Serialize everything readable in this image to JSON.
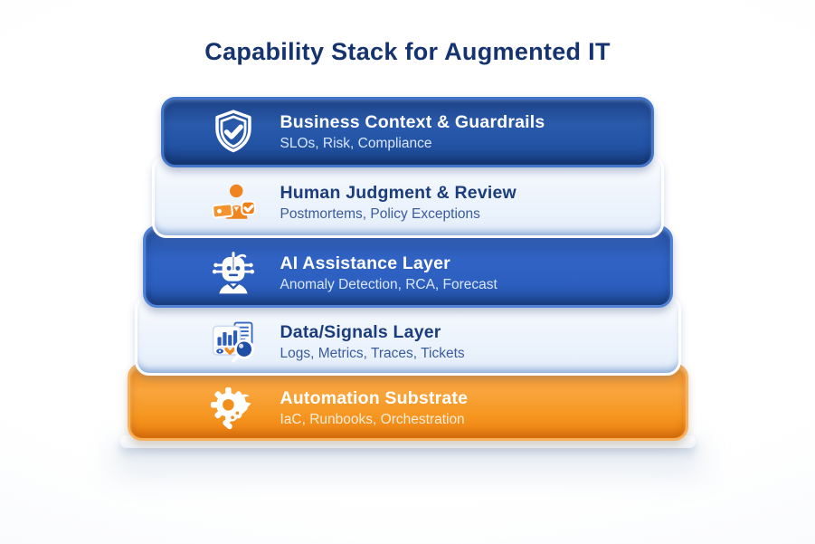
{
  "title": "Capability Stack for Augmented IT",
  "colors": {
    "title_text": "#15336f",
    "dark_layer": "#2254a6",
    "blue_layer": "#2c5fc0",
    "light_layer": "#e9f1fb",
    "orange_layer": "#f5961f",
    "light_layer_title": "#1b3c7d",
    "light_layer_subtitle": "#3a5c9d",
    "dark_layer_subtitle": "#d9e6fa",
    "background": "#fafbfd"
  },
  "layers": [
    {
      "id": "business-context",
      "theme": "dark-blue",
      "icon": "shield-check-icon",
      "title": "Business Context & Guardrails",
      "subtitle": "SLOs, Risk, Compliance"
    },
    {
      "id": "human-judgment",
      "theme": "light-blue",
      "icon": "human-laptop-check-icon",
      "title": "Human Judgment & Review",
      "subtitle": "Postmortems, Policy Exceptions"
    },
    {
      "id": "ai-assistance",
      "theme": "blue",
      "icon": "robot-icon",
      "title": "AI Assistance Layer",
      "subtitle": "Anomaly Detection, RCA, Forecast"
    },
    {
      "id": "data-signals",
      "theme": "light-blue",
      "icon": "chart-magnifier-icon",
      "title": "Data/Signals Layer",
      "subtitle": "Logs, Metrics, Traces, Tickets"
    },
    {
      "id": "automation-substrate",
      "theme": "orange",
      "icon": "gear-wrench-icon",
      "title": "Automation Substrate",
      "subtitle": "IaC, Runbooks, Orchestration"
    }
  ]
}
